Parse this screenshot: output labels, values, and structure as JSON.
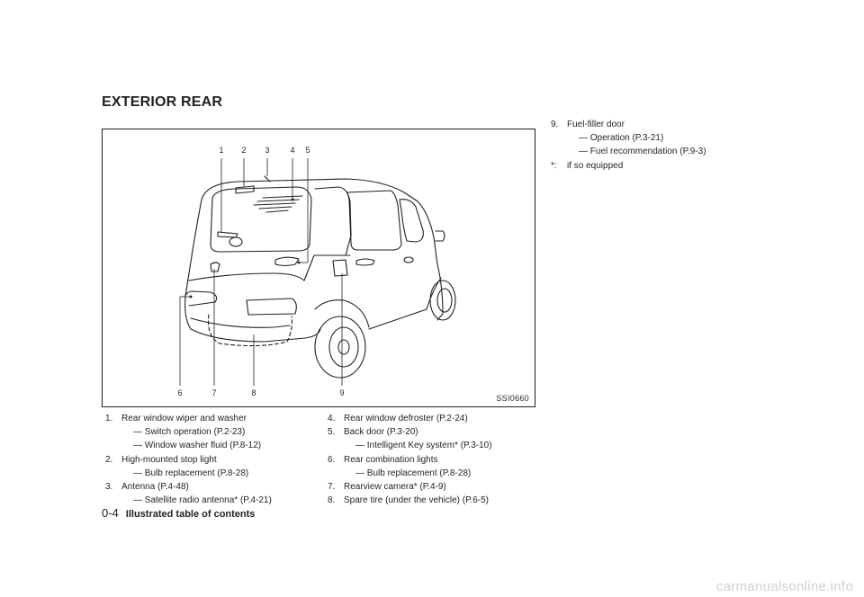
{
  "page": {
    "section_title": "EXTERIOR REAR",
    "figure_code": "SSI0660",
    "footer_page": "0-4",
    "footer_title": "Illustrated table of contents",
    "watermark": "carmanualsonline.info"
  },
  "callouts": {
    "top": [
      "1",
      "2",
      "3",
      "4",
      "5"
    ],
    "bottom": [
      "6",
      "7",
      "8",
      "9"
    ]
  },
  "legend": {
    "col1": [
      {
        "num": "1.",
        "text": "Rear window wiper and washer",
        "subs": [
          "— Switch operation (P.2-23)",
          "— Window washer fluid (P.8-12)"
        ]
      },
      {
        "num": "2.",
        "text": "High-mounted stop light",
        "subs": [
          "— Bulb replacement (P.8-28)"
        ]
      },
      {
        "num": "3.",
        "text": "Antenna (P.4-48)",
        "subs": [
          "— Satellite radio antenna* (P.4-21)"
        ]
      }
    ],
    "col2": [
      {
        "num": "4.",
        "text": "Rear window defroster (P.2-24)",
        "subs": []
      },
      {
        "num": "5.",
        "text": "Back door (P.3-20)",
        "subs": [
          "— Intelligent Key system* (P.3-10)"
        ]
      },
      {
        "num": "6.",
        "text": "Rear combination lights",
        "subs": [
          "— Bulb replacement (P.8-28)"
        ]
      },
      {
        "num": "7.",
        "text": "Rearview camera* (P.4-9)",
        "subs": []
      },
      {
        "num": "8.",
        "text": "Spare tire (under the vehicle) (P.6-5)",
        "subs": []
      }
    ],
    "col3": [
      {
        "num": "9.",
        "text": "Fuel-filler door",
        "subs": [
          "— Operation (P.3-21)",
          "— Fuel recommendation (P.9-3)"
        ]
      },
      {
        "num": "*:",
        "text": "if so equipped",
        "subs": []
      }
    ]
  }
}
